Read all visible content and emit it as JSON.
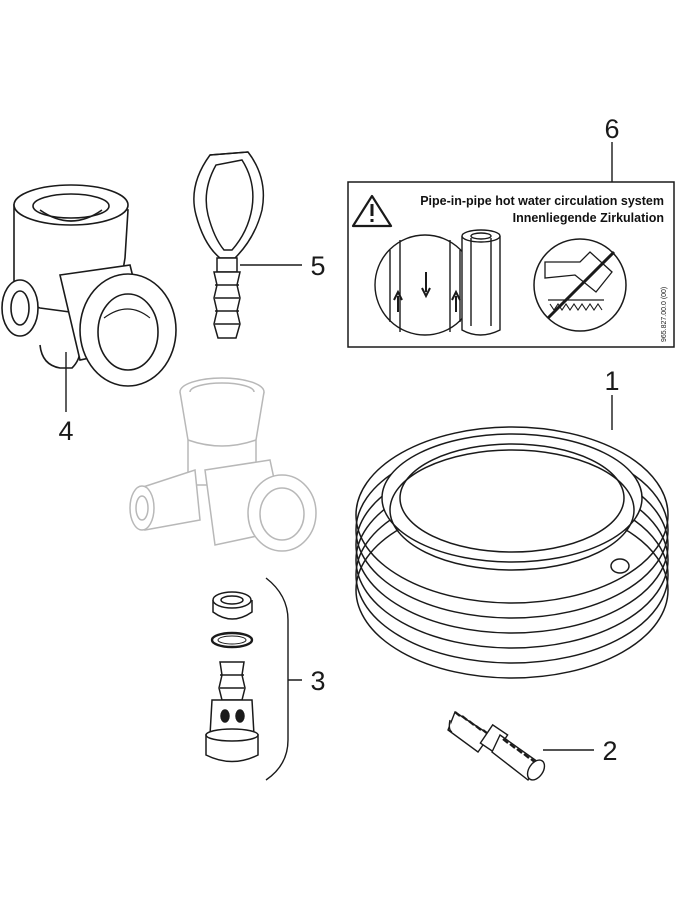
{
  "callouts": [
    {
      "id": "1",
      "text": "1"
    },
    {
      "id": "2",
      "text": "2"
    },
    {
      "id": "3",
      "text": "3"
    },
    {
      "id": "4",
      "text": "4"
    },
    {
      "id": "5",
      "text": "5"
    },
    {
      "id": "6",
      "text": "6"
    }
  ],
  "label": {
    "title_en": "Pipe-in-pipe hot water circulation system",
    "title_de": "Innenliegende Zirkulation",
    "code": "965.827.00.0 (00)"
  },
  "colors": {
    "line": "#1a1a1a",
    "ghost": "#b8b8b8",
    "fill": "#ffffff"
  }
}
